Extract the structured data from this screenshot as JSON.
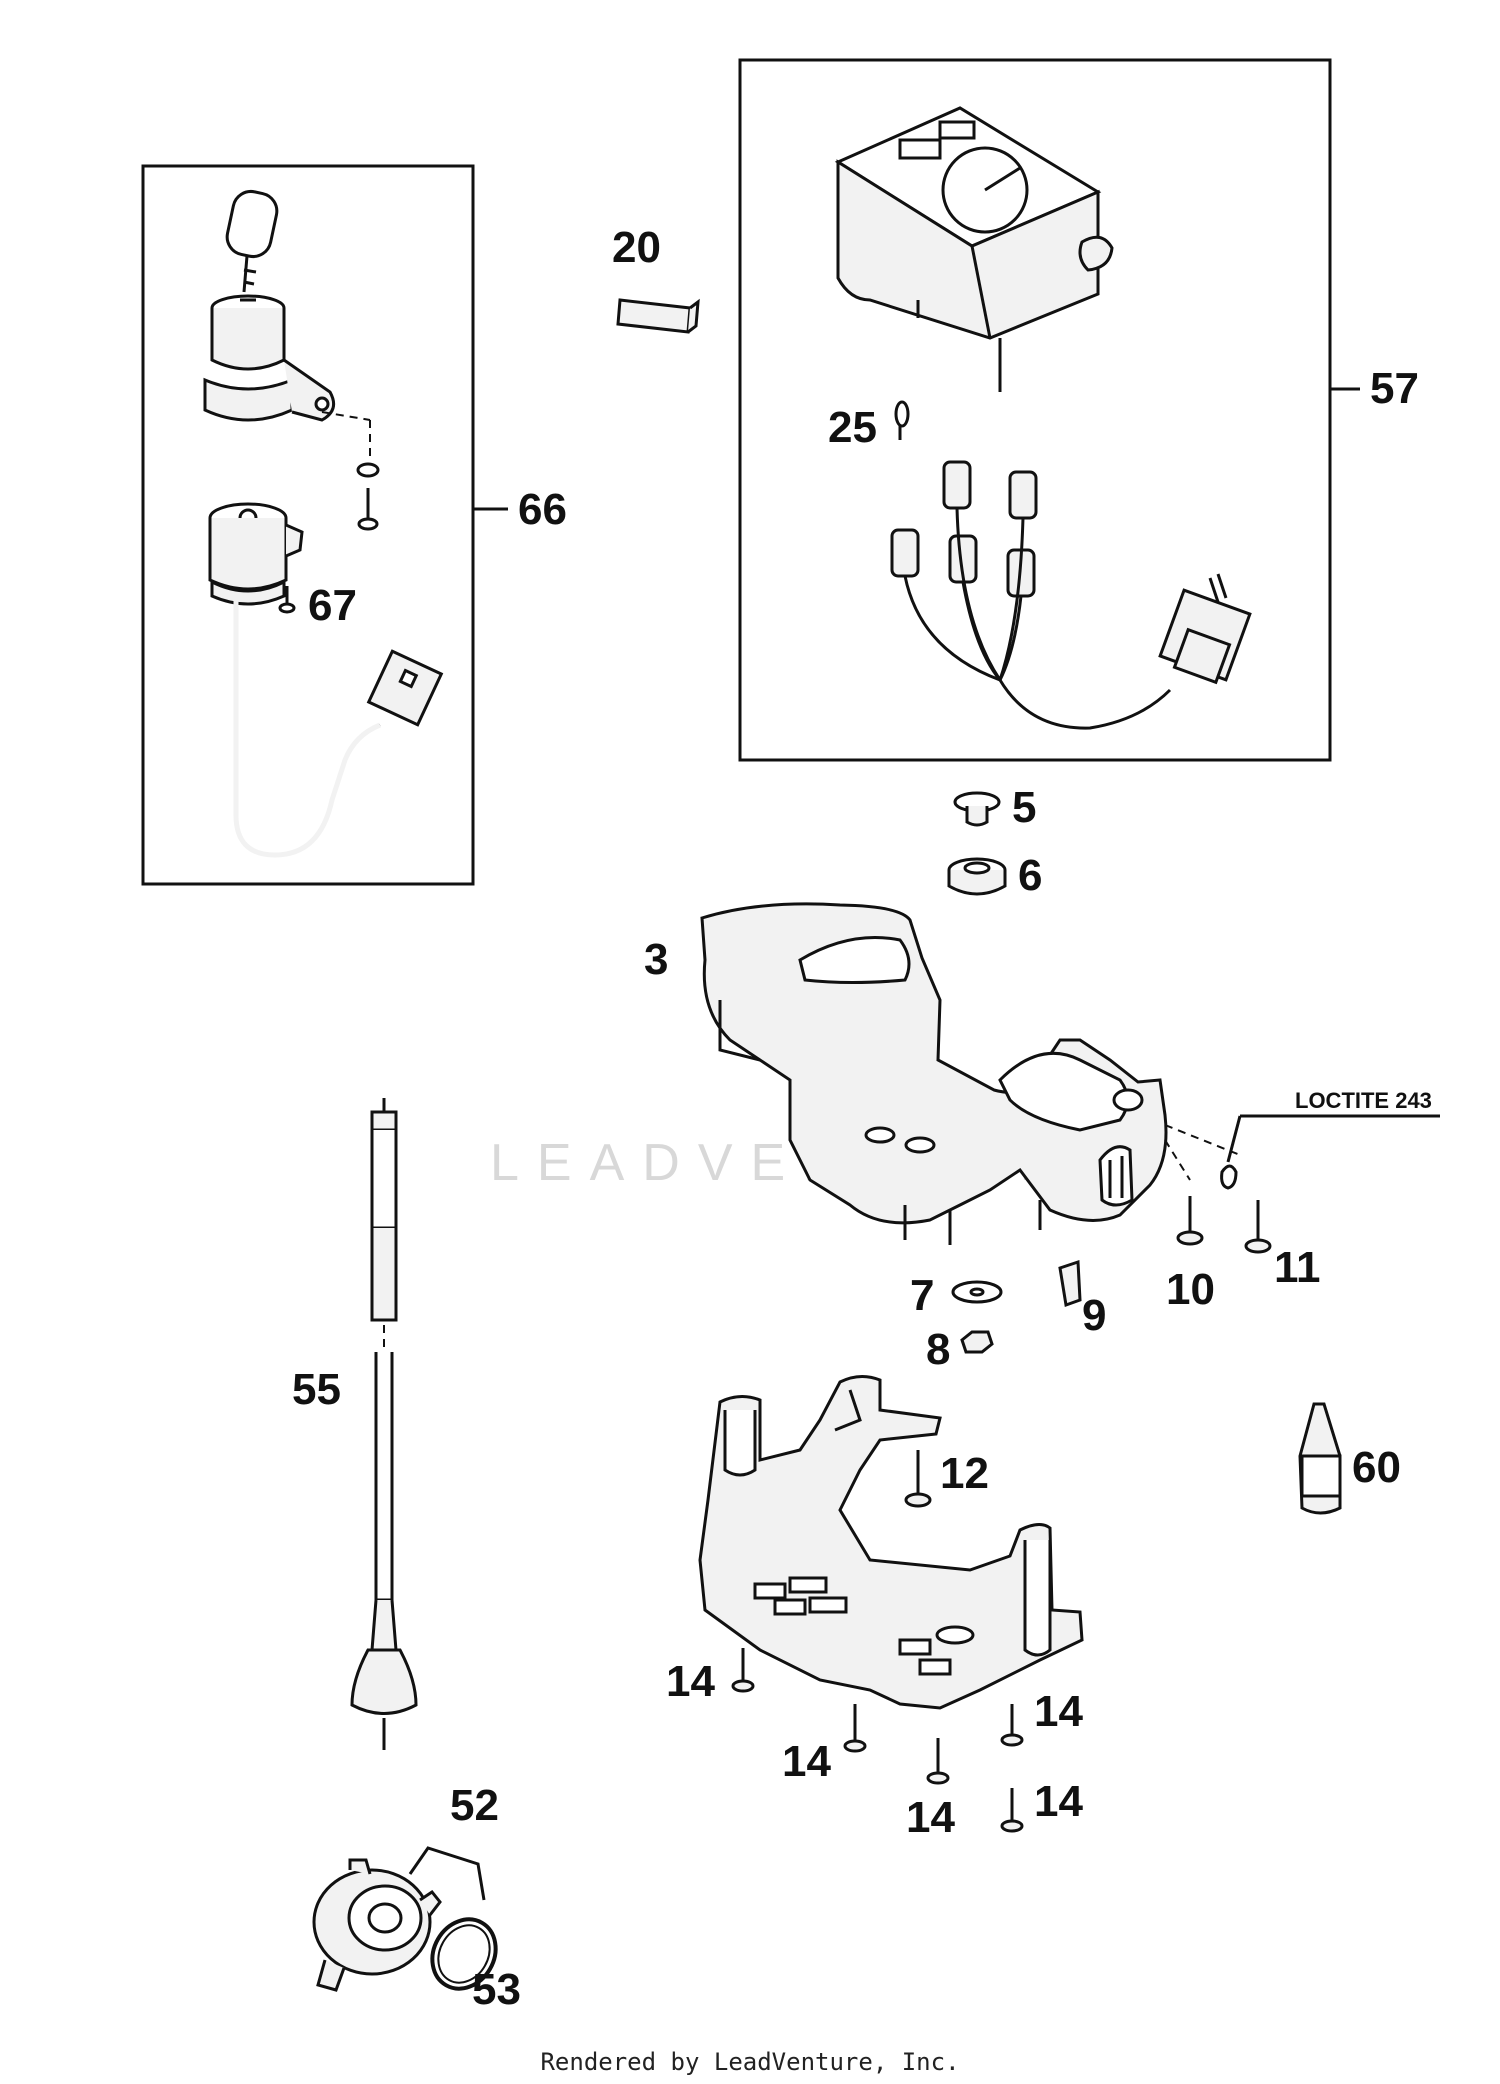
{
  "labels": {
    "l3": "3",
    "l5": "5",
    "l6": "6",
    "l7": "7",
    "l8": "8",
    "l9": "9",
    "l10": "10",
    "l11": "11",
    "l12": "12",
    "l14a": "14",
    "l14b": "14",
    "l14c": "14",
    "l14d": "14",
    "l14e": "14",
    "l20": "20",
    "l25": "25",
    "l52": "52",
    "l53": "53",
    "l55": "55",
    "l57": "57",
    "l60": "60",
    "l66": "66",
    "l67": "67"
  },
  "annotation": "LOCTITE 243",
  "watermark": "LEADVENTURE",
  "footer": "Rendered by LeadVenture, Inc.",
  "colors": {
    "line": "#111111",
    "part_fill": "#f2f2f2",
    "watermark": "#d8d8d8"
  }
}
